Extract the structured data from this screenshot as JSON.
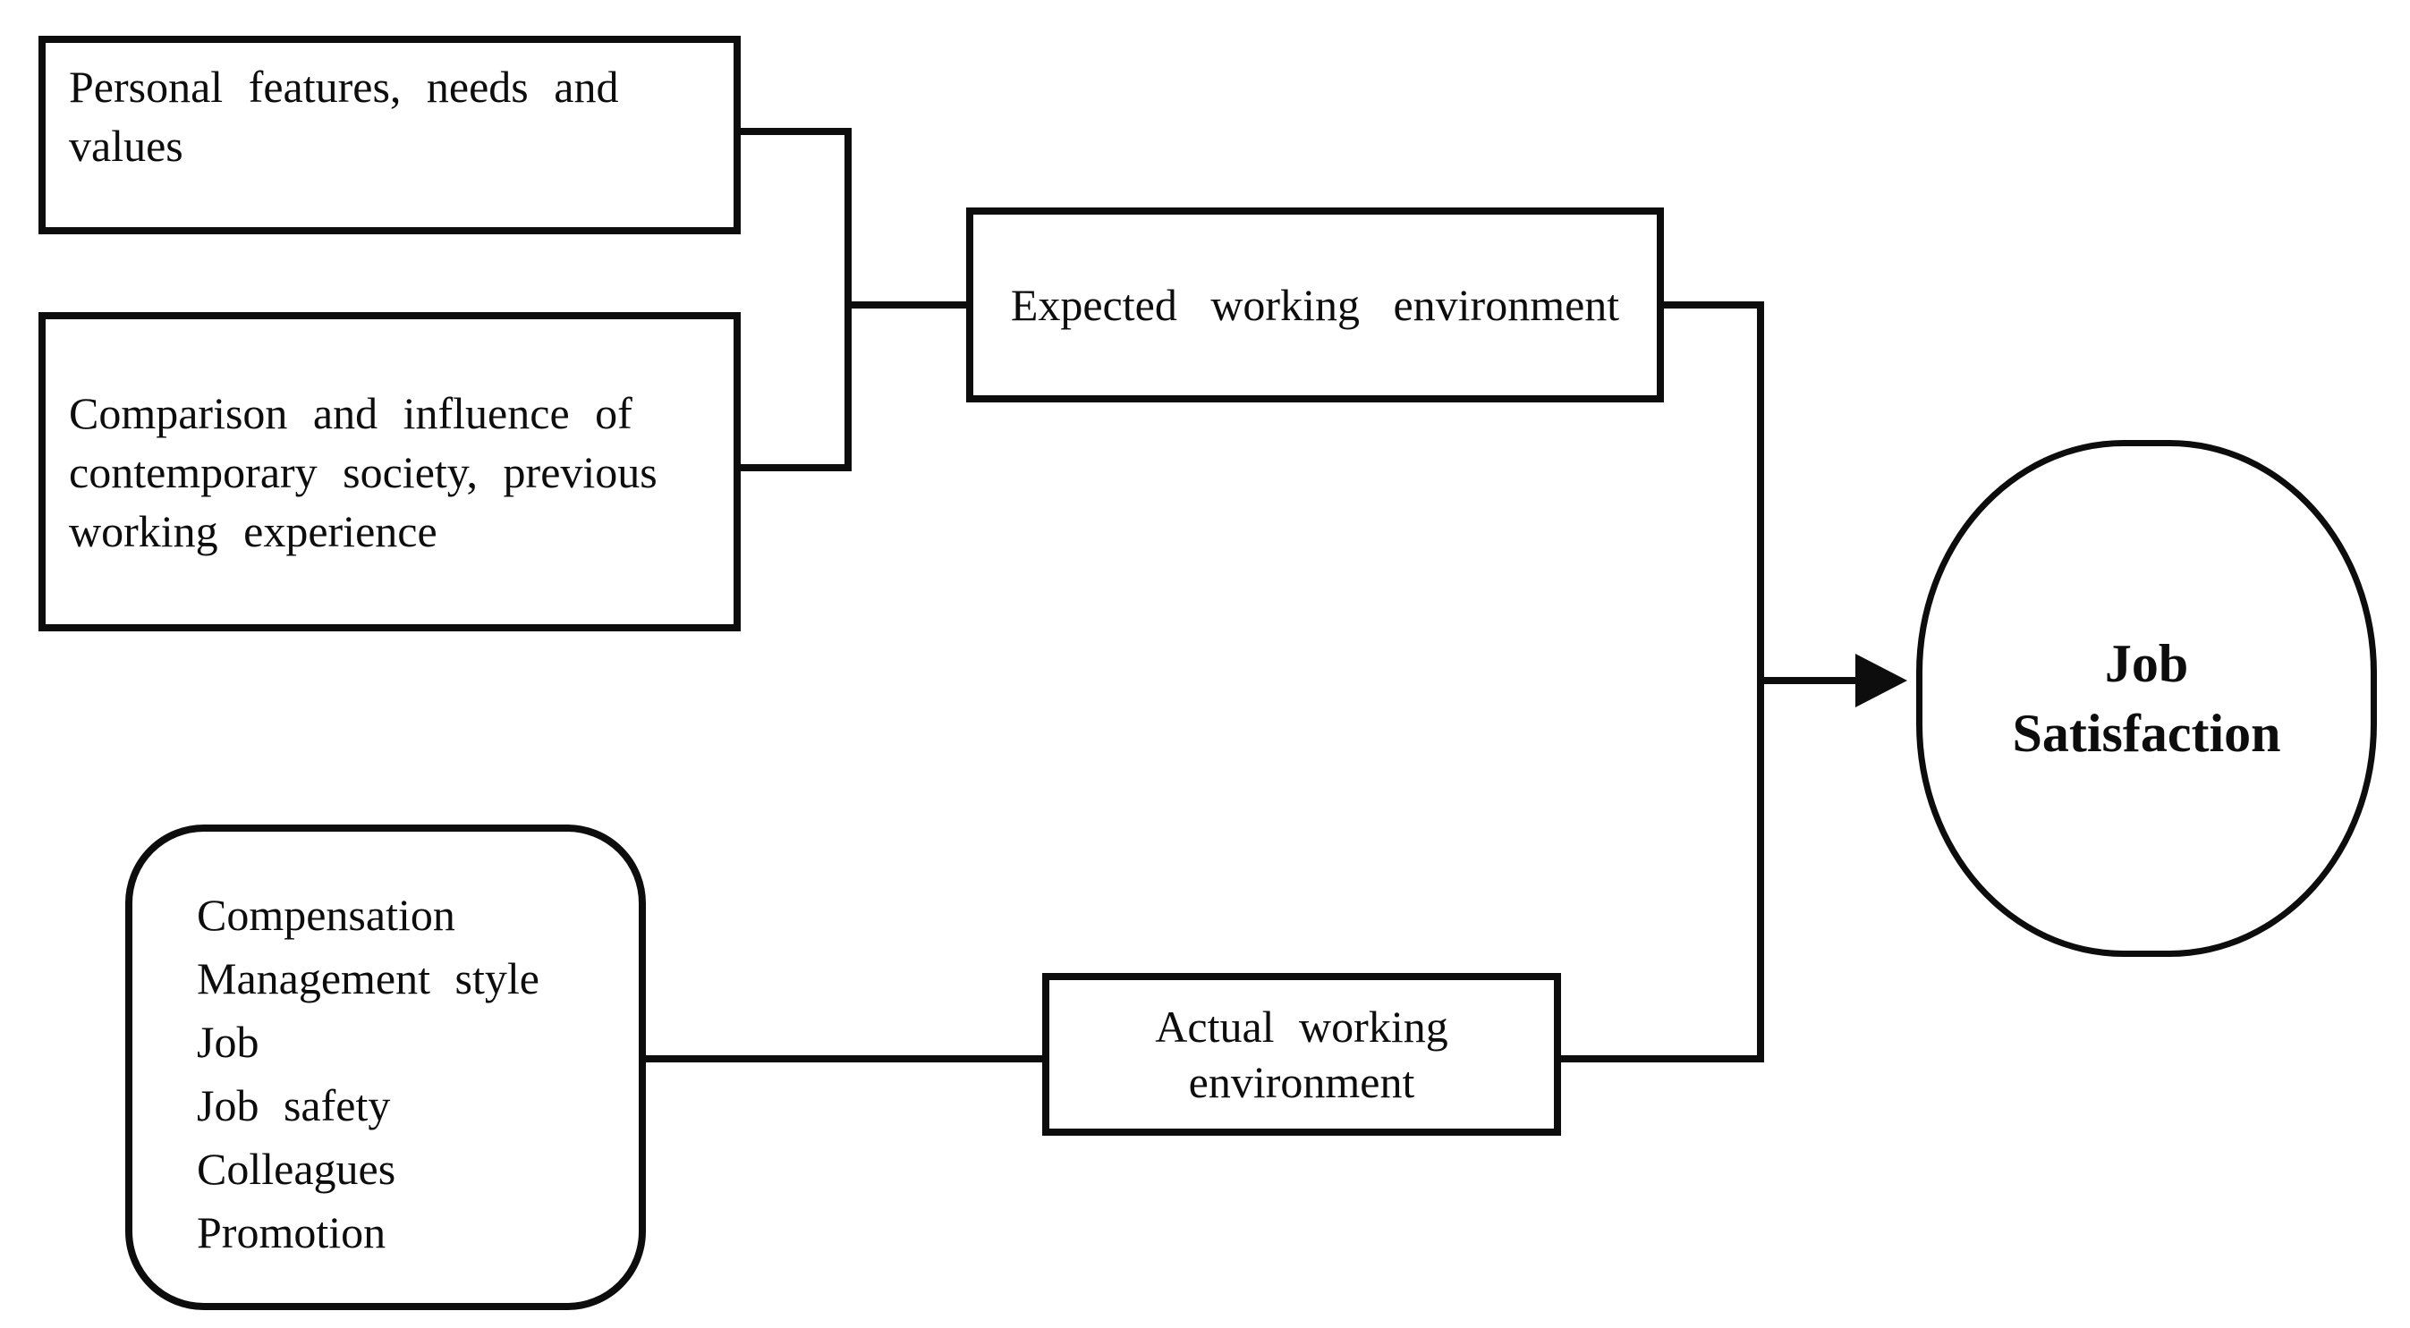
{
  "figure": {
    "background_color": "#ffffff",
    "stroke_color": "#0d0d0d",
    "nodes": {
      "personal": {
        "lines": [
          "Personal features, needs and",
          "values"
        ]
      },
      "comparison": {
        "lines": [
          "Comparison and influence of",
          "contemporary society, previous",
          "working experience"
        ]
      },
      "expected": {
        "label": "Expected working environment"
      },
      "factors": {
        "items": [
          "Compensation",
          "Management style",
          "Job",
          "Job safety",
          "Colleagues",
          "Promotion"
        ]
      },
      "actual": {
        "lines": [
          "Actual working",
          "environment"
        ]
      },
      "outcome": {
        "lines": [
          "Job",
          "Satisfaction"
        ]
      }
    }
  }
}
